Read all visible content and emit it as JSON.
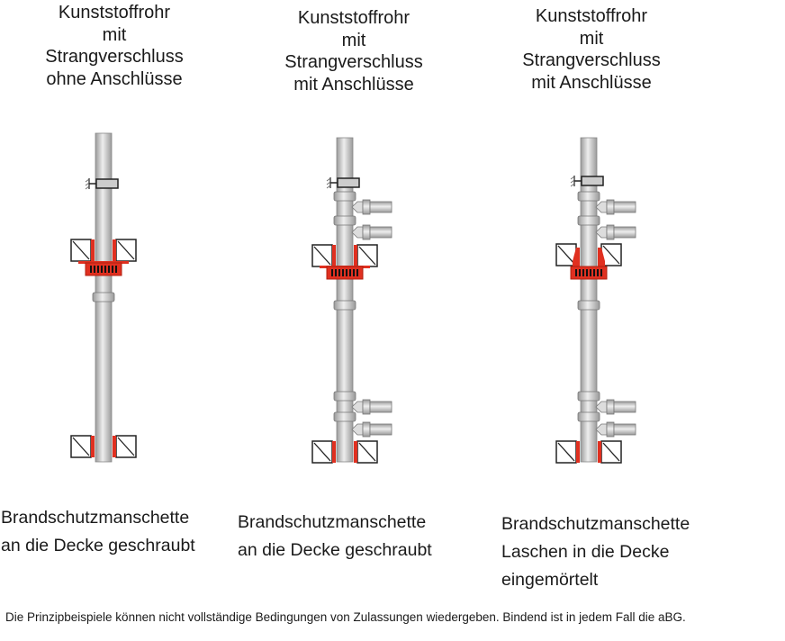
{
  "columns": [
    {
      "title_lines": [
        "Kunststoffrohr",
        "mit",
        "Strangverschluss",
        "ohne Anschlüsse"
      ],
      "caption_lines": [
        "Brandschutzmanschette",
        "an die Decke geschraubt"
      ],
      "branches": 0,
      "collar_type": "screwed"
    },
    {
      "title_lines": [
        "Kunststoffrohr",
        "mit",
        "Strangverschluss",
        "mit Anschlüsse"
      ],
      "caption_lines": [
        "Brandschutzmanschette",
        "an die Decke geschraubt"
      ],
      "branches": 4,
      "collar_type": "screwed"
    },
    {
      "title_lines": [
        "Kunststoffrohr",
        "mit",
        "Strangverschluss",
        "mit Anschlüsse"
      ],
      "caption_lines": [
        "Brandschutzmanschette",
        "Laschen in die Decke",
        "eingemörtelt"
      ],
      "branches": 4,
      "collar_type": "mortared-tabs"
    }
  ],
  "footnote": "Die Prinzipbeispiele können nicht vollständige Bedingungen von Zulassungen wiedergeben. Bindend ist in jedem Fall die aBG.",
  "colors": {
    "pipe": "#c8c8c8",
    "collar": "#e03020",
    "outline": "#222222"
  }
}
